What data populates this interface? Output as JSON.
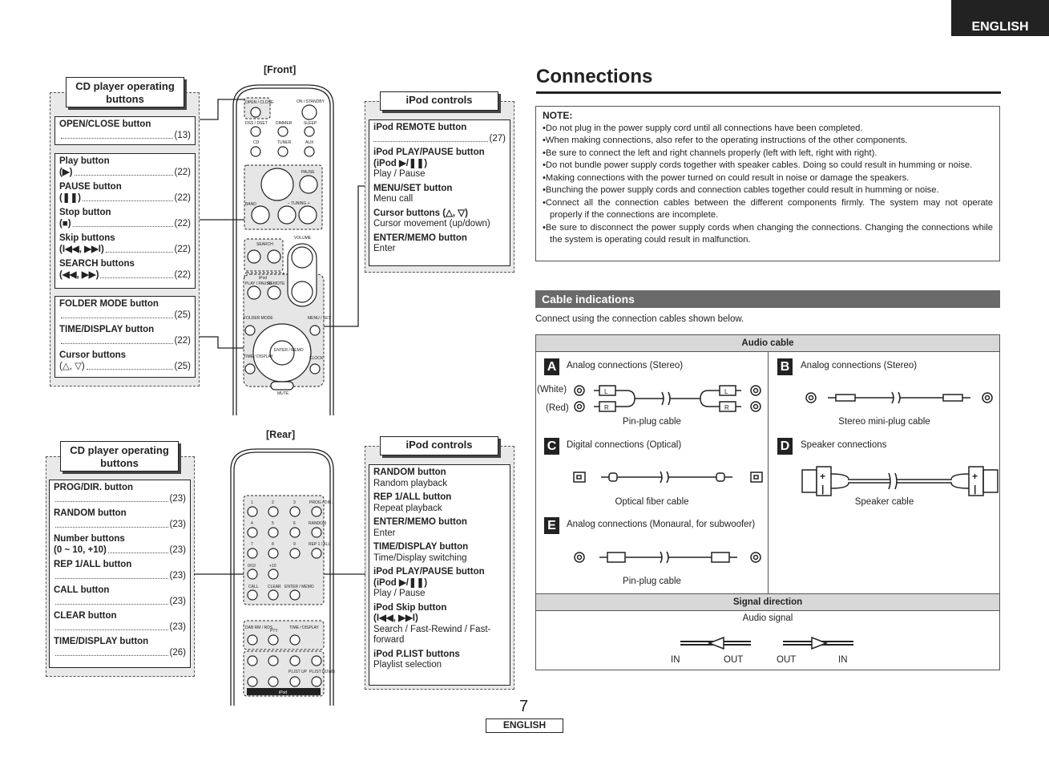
{
  "header": {
    "lang_tab": "ENGLISH",
    "title": "Connections"
  },
  "note": {
    "heading": "NOTE:",
    "items": [
      "Do not plug in the power supply cord until all connections have been completed.",
      "When making connections, also refer to the operating instructions of the other components.",
      "Be sure to connect the left and right channels properly (left with left, right with right).",
      "Do not bundle power supply cords together with speaker cables. Doing so could result in humming or noise.",
      "Making connections with the power turned on could result in noise or damage the speakers.",
      "Bunching the power supply cords and connection cables together could result in humming or noise.",
      "Connect all the connection cables between the different components firmly. The system may not operate properly if the connections are incomplete.",
      "Be sure to disconnect the power supply cords when changing the connections. Changing the connections while the system is operating could result in malfunction."
    ]
  },
  "cables": {
    "section": "Cable indications",
    "subtitle": "Connect using the connection cables shown below.",
    "audio_header": "Audio cable",
    "a": {
      "letter": "A",
      "label": "Analog connections (Stereo)",
      "white": "(White)",
      "red": "(Red)",
      "cable": "Pin-plug cable"
    },
    "b": {
      "letter": "B",
      "label": "Analog connections (Stereo)",
      "cable": "Stereo mini-plug cable"
    },
    "c": {
      "letter": "C",
      "label": "Digital connections (Optical)",
      "cable": "Optical fiber cable"
    },
    "d": {
      "letter": "D",
      "label": "Speaker connections",
      "cable": "Speaker cable"
    },
    "e": {
      "letter": "E",
      "label": "Analog connections (Monaural, for subwoofer)",
      "cable": "Pin-plug cable"
    },
    "signal_header": "Signal direction",
    "signal_label": "Audio signal",
    "in1": "IN",
    "out1": "OUT",
    "out2": "OUT",
    "in2": "IN"
  },
  "front": {
    "label": "[Front]",
    "cd_head_1": "CD player operating",
    "cd_head_2": "buttons",
    "g1": [
      {
        "name": "OPEN/CLOSE button",
        "sym": "",
        "ref": "(13)"
      }
    ],
    "g2": [
      {
        "name": "Play button",
        "sym": "(▶)",
        "ref": "(22)"
      },
      {
        "name": "PAUSE button",
        "sym": "(❚❚)",
        "ref": "(22)"
      },
      {
        "name": "Stop button",
        "sym": "(■)",
        "ref": "(22)"
      },
      {
        "name": "Skip buttons",
        "sym": "(I◀◀, ▶▶I)",
        "ref": "(22)"
      },
      {
        "name": "SEARCH buttons",
        "sym": "(◀◀, ▶▶)",
        "ref": "(22)"
      }
    ],
    "g3": [
      {
        "name": "FOLDER MODE button",
        "sym": "",
        "ref": "(25)"
      },
      {
        "name": "TIME/DISPLAY button",
        "sym": "",
        "ref": "(22)"
      },
      {
        "name": "Cursor buttons",
        "sym": "(△, ▽)",
        "ref": "(25)"
      }
    ],
    "ipod_head": "iPod controls",
    "ipod_remote": "iPod REMOTE button",
    "ipod_remote_ref": "(27)",
    "ipod": [
      {
        "name": "iPod PLAY/PAUSE button",
        "name2": "(iPod ▶/❚❚)",
        "sub": "Play / Pause"
      },
      {
        "name": "MENU/SET button",
        "name2": "",
        "sub": "Menu call"
      },
      {
        "name": "Cursor buttons (△, ▽)",
        "name2": "",
        "sub": "Cursor movement (up/down)"
      },
      {
        "name": "ENTER/MEMO button",
        "name2": "",
        "sub": "Enter"
      }
    ],
    "remote": {
      "open_close": "OPEN / CLOSE",
      "on_standby": "ON / STANDBY",
      "dss": "DSS / DSET",
      "dimmer": "DIMMER",
      "sleep": "SLEEP",
      "cd": "CD",
      "tuner": "TUNER",
      "aux": "AUX",
      "pause": "PAUSE",
      "band": "BAND",
      "tuning": "– TUNING +",
      "search": "SEARCH",
      "volume": "VOLUME",
      "ipod": "iPod",
      "play_pause": "PLAY / PAUSE",
      "remote": "REMOTE",
      "folder": "FOLDER MODE",
      "menu": "MENU / SET",
      "time": "TIME / DISPLAY",
      "clock": "CLOCK",
      "enter": "ENTER / MEMO",
      "mute": "MUTE"
    }
  },
  "rear": {
    "label": "[Rear]",
    "cd_head_1": "CD player operating",
    "cd_head_2": "buttons",
    "items": [
      {
        "name": "PROG/DIR. button",
        "sym": "",
        "ref": "(23)"
      },
      {
        "name": "RANDOM button",
        "sym": "",
        "ref": "(23)"
      },
      {
        "name": "Number buttons",
        "sym": "(0 ~ 10, +10)",
        "ref": "(23)"
      },
      {
        "name": "REP 1/ALL button",
        "sym": "",
        "ref": "(23)"
      },
      {
        "name": "CALL button",
        "sym": "",
        "ref": "(23)"
      },
      {
        "name": "CLEAR button",
        "sym": "",
        "ref": "(23)"
      },
      {
        "name": "TIME/DISPLAY button",
        "sym": "",
        "ref": "(26)"
      }
    ],
    "ipod_head": "iPod controls",
    "ipod": [
      {
        "name": "RANDOM button",
        "name2": "",
        "sub": "Random playback"
      },
      {
        "name": "REP 1/ALL button",
        "name2": "",
        "sub": "Repeat playback"
      },
      {
        "name": "ENTER/MEMO button",
        "name2": "",
        "sub": "Enter"
      },
      {
        "name": "TIME/DISPLAY button",
        "name2": "",
        "sub": "Time/Display switching"
      },
      {
        "name": "iPod PLAY/PAUSE button",
        "name2": "(iPod ▶/❚❚)",
        "sub": "Play / Pause"
      },
      {
        "name": "iPod Skip button",
        "name2": "(I◀◀, ▶▶I)",
        "sub": "Search / Fast-Rewind / Fast-forward"
      },
      {
        "name": "iPod P.LIST buttons",
        "name2": "",
        "sub": "Playlist selection"
      }
    ],
    "remote": {
      "k1": "1",
      "k2": "2",
      "k3": "3",
      "prog": "PROG / DIR.",
      "k4": "4",
      "k5": "5",
      "k6": "6",
      "random": "RANDOM",
      "k7": "7",
      "k8": "8",
      "k9": "9",
      "rep": "REP 1 / ALL",
      "k010": "0/10",
      "k10p": "+10",
      "call": "CALL",
      "clear": "CLEAR",
      "enter": "ENTER / MEMO",
      "dab": "DAB RM / RDS",
      "pty": "PTY",
      "time": "TIME / DISPLAY",
      "plist_up": "P.LIST UP",
      "plist_down": "P.LIST DOWN",
      "ipod": "iPod"
    }
  },
  "footer": {
    "page": "7",
    "lang": "ENGLISH"
  }
}
